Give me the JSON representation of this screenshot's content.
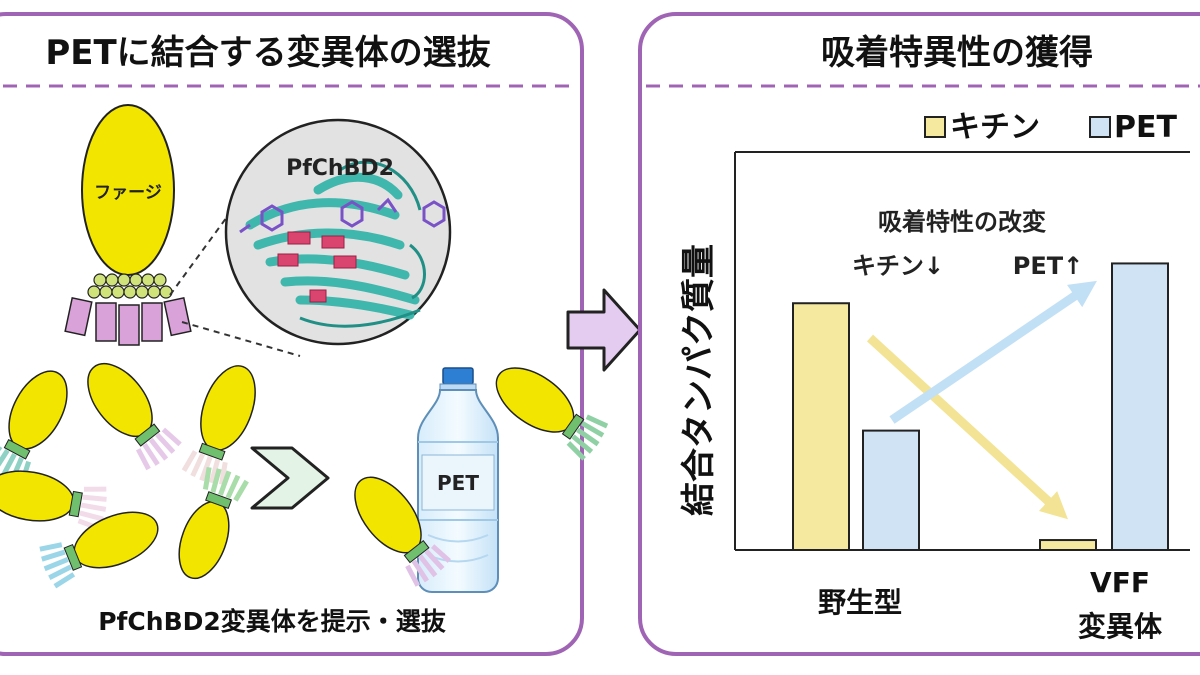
{
  "left_panel": {
    "title": "PETに結合する変異体の選抜",
    "phage_label": "ファージ",
    "protein_label": "PfChBD2",
    "bottle_label": "PET",
    "caption": "PfChBD2変異体を提示・選抜"
  },
  "right_panel": {
    "title": "吸着特異性の獲得",
    "annotation_line1": "吸着特性の改変",
    "annotation_line2a": "キチン↓",
    "annotation_line2b": "PET↑"
  },
  "colors": {
    "panel_border": "#a064b4",
    "chitin": "#f5e9a0",
    "pet": "#cfe3f5",
    "phage_head": "#f2e600",
    "arrow_fill": "#e3ccf0"
  },
  "chart_data": {
    "type": "bar",
    "ylabel": "結合タンパク質量",
    "legend": [
      "キチン",
      "PET"
    ],
    "legend_position": "top-right",
    "categories": [
      "野生型",
      "VFF\n変異体"
    ],
    "series": [
      {
        "name": "キチン",
        "values": [
          0.62,
          0.025
        ]
      },
      {
        "name": "PET",
        "values": [
          0.3,
          0.72
        ]
      }
    ],
    "ylim": [
      0,
      1
    ],
    "grid": false
  }
}
